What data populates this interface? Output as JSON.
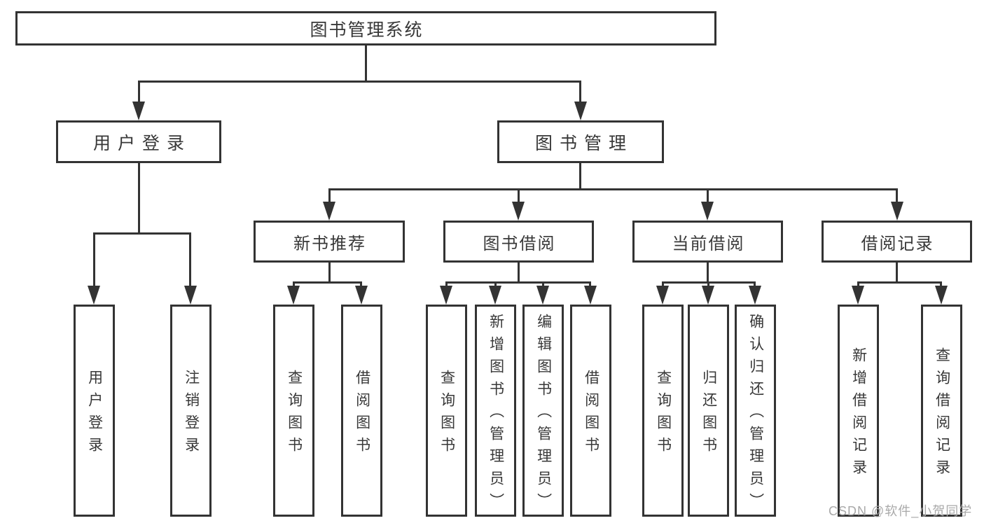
{
  "diagram": {
    "root": {
      "label": "图书管理系统"
    },
    "level2": [
      {
        "label": "用户登录"
      },
      {
        "label": "图书管理"
      }
    ],
    "level3": [
      {
        "label": "新书推荐"
      },
      {
        "label": "图书借阅"
      },
      {
        "label": "当前借阅"
      },
      {
        "label": "借阅记录"
      }
    ],
    "leaves": {
      "user_login": [
        "用户登录",
        "注销登录"
      ],
      "new_book_recommend": [
        "查询图书",
        "借阅图书"
      ],
      "book_borrowing": [
        "查询图书",
        "新增图书（管理员）",
        "编辑图书（管理员）",
        "借阅图书"
      ],
      "current_borrowing": [
        "查询图书",
        "归还图书",
        "确认归还（管理员）"
      ],
      "borrowing_records": [
        "新增借阅记录",
        "查询借阅记录"
      ]
    },
    "line_color": "#333333"
  },
  "watermark": "CSDN @软件_小贺同学"
}
